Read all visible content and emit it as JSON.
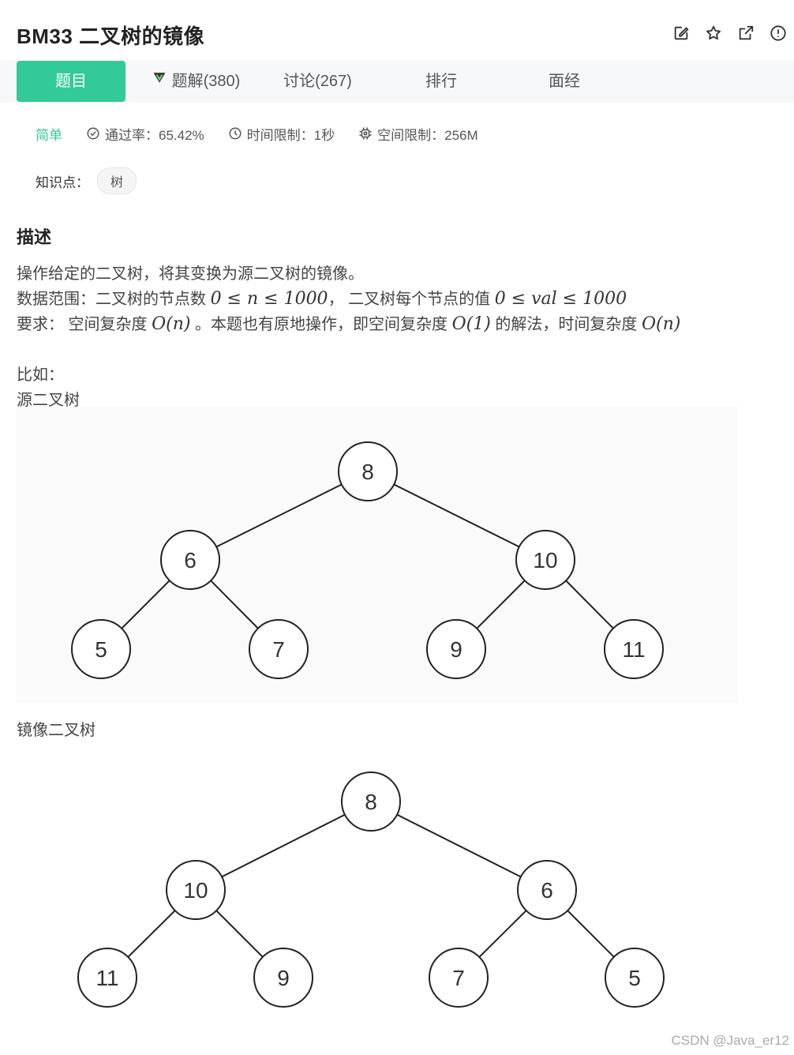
{
  "title": "BM33  二叉树的镜像",
  "tabs": [
    {
      "label": "题目",
      "active": true
    },
    {
      "label": "题解(380)"
    },
    {
      "label": "讨论(267)"
    },
    {
      "label": "排行"
    },
    {
      "label": "面经"
    }
  ],
  "meta": {
    "difficulty": "简单",
    "pass_rate": "通过率：65.42%",
    "time_limit": "时间限制：1秒",
    "space_limit": "空间限制：256M"
  },
  "knowledge": {
    "label": "知识点：",
    "tag": "树"
  },
  "description": {
    "heading": "描述",
    "line1": "操作给定的二叉树，将其变换为源二叉树的镜像。",
    "line2_prefix": "数据范围：二叉树的节点数 ",
    "line2_math1": "0 ≤ n ≤ 1000",
    "line2_mid": "，  二叉树每个节点的值 ",
    "line2_math2": "0 ≤ val ≤ 1000",
    "line3_prefix": "要求：  空间复杂度 ",
    "line3_math1": "O(n)",
    "line3_mid": " 。本题也有原地操作，即空间复杂度 ",
    "line3_math2": "O(1)",
    "line3_mid2": " 的解法，时间复杂度 ",
    "line3_math3": "O(n)",
    "example": "比如：",
    "source_label": "源二叉树",
    "mirror_label": "镜像二叉树"
  },
  "source_tree": [
    "8",
    "6",
    "10",
    "5",
    "7",
    "9",
    "11"
  ],
  "mirror_tree": [
    "8",
    "10",
    "6",
    "11",
    "9",
    "7",
    "5"
  ],
  "watermark": "CSDN @Java_er12",
  "colors": {
    "accent": "#32ca99"
  }
}
